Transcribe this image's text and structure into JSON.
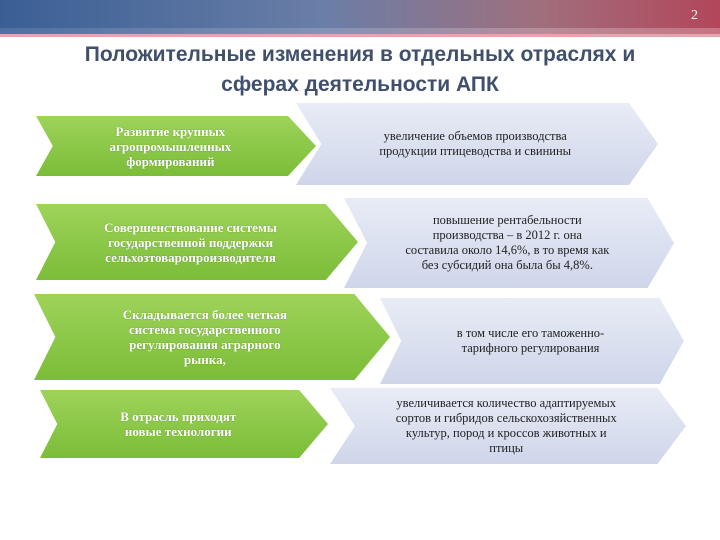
{
  "slide": {
    "number": "2",
    "title_line1": "Положительные изменения в отдельных отраслях и",
    "title_line2": "сферах деятельности АПК"
  },
  "colors": {
    "green": "#7fbe3c",
    "blue_gray": "#d4dbed",
    "title": "#3f4f6c"
  },
  "rows": [
    {
      "left_lines": [
        "Развитие крупных",
        "агропромышленных",
        "формирований"
      ],
      "right_lines": [
        "увеличение объемов производства",
        "продукции птицеводства и свинины"
      ]
    },
    {
      "left_lines": [
        "Совершенствование системы",
        "государственной поддержки",
        "сельхозтоваропроизводителя"
      ],
      "right_lines": [
        "повышение рентабельности",
        "производства – в 2012 г. она",
        "составила около 14,6%, в то время как",
        "без субсидий она была бы 4,8%."
      ]
    },
    {
      "left_lines": [
        "Складывается более четкая",
        "система государственного",
        "регулирования аграрного",
        "рынка,"
      ],
      "right_lines": [
        "в том числе его таможенно-",
        "тарифного регулирования"
      ]
    },
    {
      "left_lines": [
        "В отрасль приходят",
        "новые технологии"
      ],
      "right_lines": [
        "увеличивается количество адаптируемых",
        "сортов и гибридов сельскохозяйственных",
        "культур, пород и кроссов животных и",
        "птицы"
      ]
    }
  ]
}
